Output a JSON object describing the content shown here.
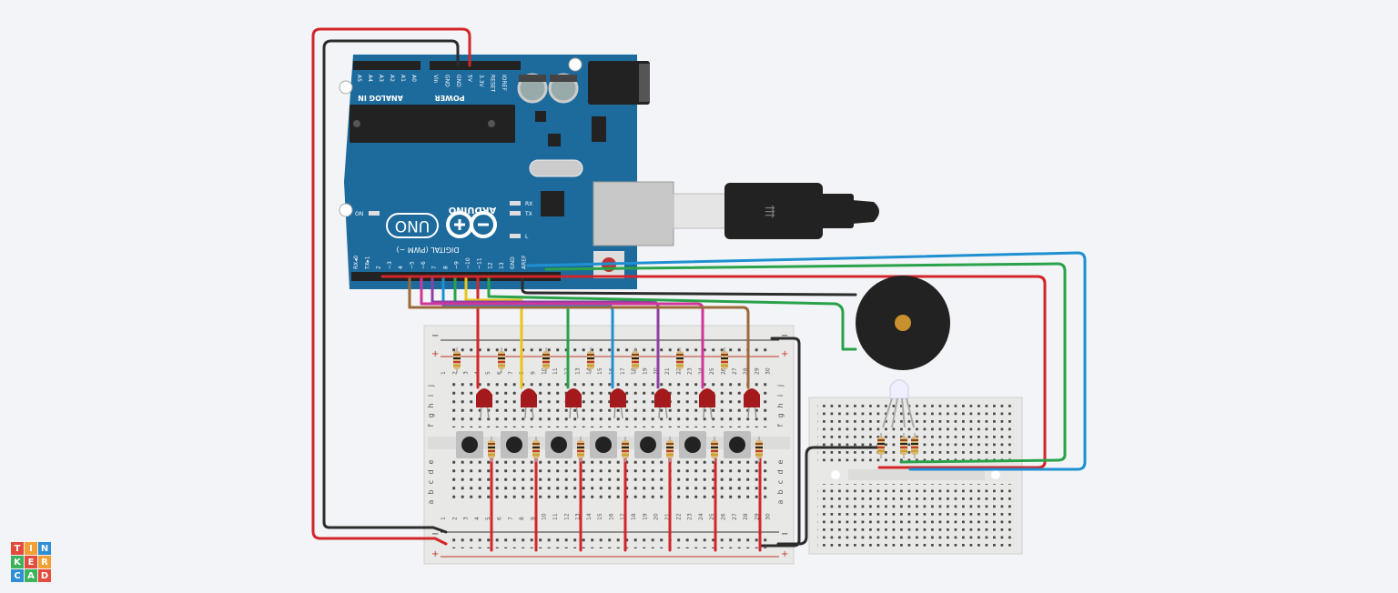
{
  "arduino": {
    "brand": "ARDUINO",
    "model": "UNO",
    "analog_header": "ANALOG IN",
    "analog_pins": [
      "A5",
      "A4",
      "A3",
      "A2",
      "A1",
      "A0"
    ],
    "power_header": "POWER",
    "power_pins": [
      "Vin",
      "GND",
      "GND",
      "5V",
      "3.3V",
      "RESET",
      "IOREF"
    ],
    "digital_header": "DIGITAL (PWM ~)",
    "digital_pins": [
      "RX◂0",
      "TX▸1",
      "2",
      "~3",
      "4",
      "~5",
      "~6",
      "7",
      "8",
      "~9",
      "~10",
      "~11",
      "12",
      "13",
      "GND",
      "AREF"
    ],
    "led_labels": {
      "rx": "RX",
      "tx": "TX",
      "l": "L",
      "on": "ON"
    }
  },
  "breadboard_main": {
    "columns": [
      "1",
      "2",
      "3",
      "4",
      "5",
      "6",
      "7",
      "8",
      "9",
      "10",
      "11",
      "12",
      "13",
      "14",
      "15",
      "16",
      "17",
      "18",
      "19",
      "20",
      "21",
      "22",
      "23",
      "24",
      "25",
      "26",
      "27",
      "28",
      "29",
      "30"
    ],
    "rows_top": [
      "j",
      "i",
      "h",
      "g",
      "f"
    ],
    "rows_bottom": [
      "e",
      "d",
      "c",
      "b",
      "a"
    ],
    "rail_plus": "+",
    "rail_minus": "−"
  },
  "components": {
    "leds": 7,
    "buttons": 7,
    "resistors": 17,
    "buzzer": 1,
    "rgb_led": 1
  },
  "logo": {
    "letters": [
      "T",
      "I",
      "N",
      "K",
      "E",
      "R",
      "C",
      "A",
      "D"
    ],
    "colors": [
      "#e34b3d",
      "#f2a033",
      "#2d8fd5",
      "#3db35b",
      "#e34b3d",
      "#f2a033",
      "#2d8fd5",
      "#3db35b",
      "#e34b3d"
    ]
  }
}
